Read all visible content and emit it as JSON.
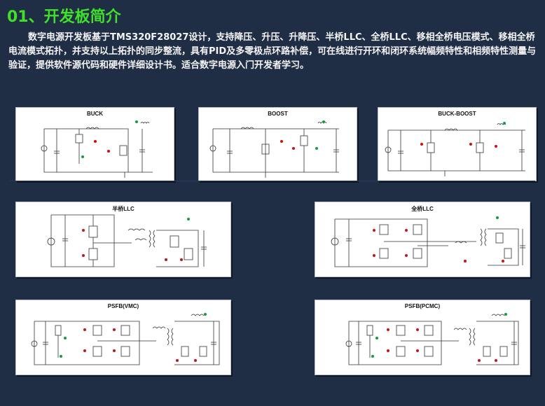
{
  "heading": "01、开发板简介",
  "description": "数字电源开发板基于TMS320F28027设计，支持降压、升压、升降压、半桥LLC、全桥LLC、移相全桥电压模式、移相全桥电流模式拓扑，并支持以上拓扑的同步整流，具有PID及多零极点环路补偿，可在线进行开环和闭环系统幅频特性和相频特性测量与验证，提供软件源代码和硬件详细设计书。适合数字电源入门开发者学习。",
  "diagrams": [
    {
      "title": "BUCK"
    },
    {
      "title": "BOOST"
    },
    {
      "title": "BUCK-BOOST"
    },
    {
      "title": "半桥LLC"
    },
    {
      "title": "全桥LLC"
    },
    {
      "title": "PSFB(VMC)"
    },
    {
      "title": "PSFB(PCMC)"
    }
  ],
  "colors": {
    "background": "#1f2d45",
    "heading": "#3fe02a",
    "text": "#f4f4f4",
    "wire": "#333333",
    "red_marker": "#cc1111",
    "green_marker": "#1a9a3a"
  }
}
